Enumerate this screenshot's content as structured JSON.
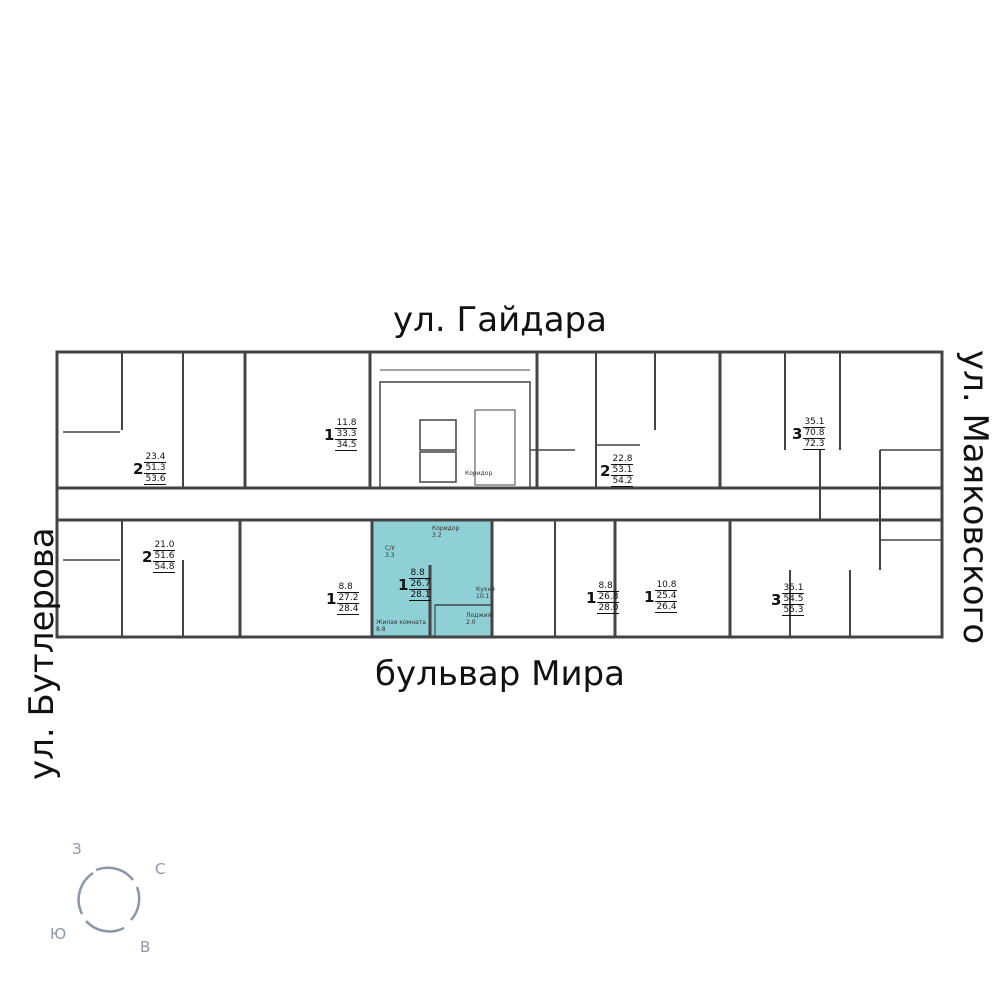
{
  "streets": {
    "top": "ул. Гайдара",
    "bottom": "бульвар Мира",
    "left": "ул. Бутлерова",
    "right": "ул. Маяковского"
  },
  "colors": {
    "highlight": "#8fd0d6",
    "wall": "#444444",
    "compass": "#8a97a8"
  },
  "apartments": [
    {
      "rooms": "2",
      "living": "23.4",
      "total_no_loggia": "51.3",
      "total": "53.6"
    },
    {
      "rooms": "1",
      "living": "11.8",
      "total_no_loggia": "33.3",
      "total": "34.5"
    },
    {
      "rooms": "2",
      "living": "22.8",
      "total_no_loggia": "53.1",
      "total": "54.2"
    },
    {
      "rooms": "3",
      "living": "35.1",
      "total_no_loggia": "70.8",
      "total": "72.3"
    },
    {
      "rooms": "2",
      "living": "21.0",
      "total_no_loggia": "51.6",
      "total": "54.8"
    },
    {
      "rooms": "1",
      "living": "8.8",
      "total_no_loggia": "27.2",
      "total": "28.4"
    },
    {
      "rooms": "1",
      "living": "8.8",
      "total_no_loggia": "26.7",
      "total": "28.1"
    },
    {
      "rooms": "1",
      "living": "8.8",
      "total_no_loggia": "26.8",
      "total": "28.0"
    },
    {
      "rooms": "1",
      "living": "10.8",
      "total_no_loggia": "25.4",
      "total": "26.4"
    },
    {
      "rooms": "3",
      "living": "35.1",
      "total_no_loggia": "54.5",
      "total": "55.3"
    }
  ],
  "selected_rooms": [
    {
      "name": "Коридор",
      "area": "3.2"
    },
    {
      "name": "С/У",
      "area": "3.3"
    },
    {
      "name": "Кухня",
      "area": "10.1"
    },
    {
      "name": "Лоджия",
      "area": "2.0"
    },
    {
      "name": "Жилая комната",
      "area": "8.8"
    }
  ],
  "corridor": {
    "name": "Коридор"
  },
  "compass": {
    "w": "З",
    "n": "С",
    "s": "Ю",
    "e": "В"
  }
}
